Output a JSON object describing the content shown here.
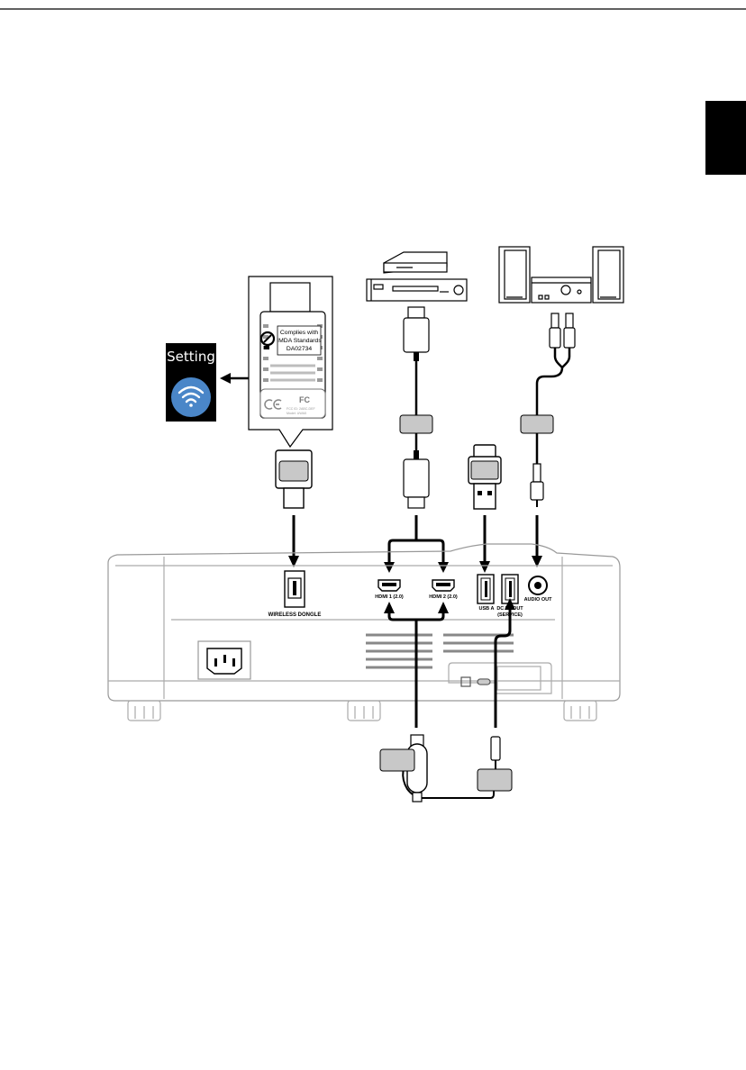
{
  "setting_tile": {
    "label": "Setting",
    "icon": "wifi-icon",
    "icon_color": "#4a86c8"
  },
  "dongle": {
    "compliance_lines": [
      "Complies with",
      "IMDA Standards",
      "DA02734"
    ],
    "cert_marks": "FC",
    "fine_print": [
      "FCC ID: 2ABC-DEF",
      "Model: UWA5"
    ]
  },
  "ports": {
    "wireless_dongle": "WIRELESS DONGLE",
    "hdmi1": "HDMI 1 (2.0)",
    "hdmi2": "HDMI 2 (2.0)",
    "usb_a": "USB A",
    "dc_out_line1": "DC 5V OUT",
    "dc_out_line2": "(SERVICE)",
    "audio_out": "AUDIO OUT"
  },
  "colors": {
    "side_tab": "#000000",
    "line": "#000000",
    "cable_label": "#c8c8c8"
  }
}
